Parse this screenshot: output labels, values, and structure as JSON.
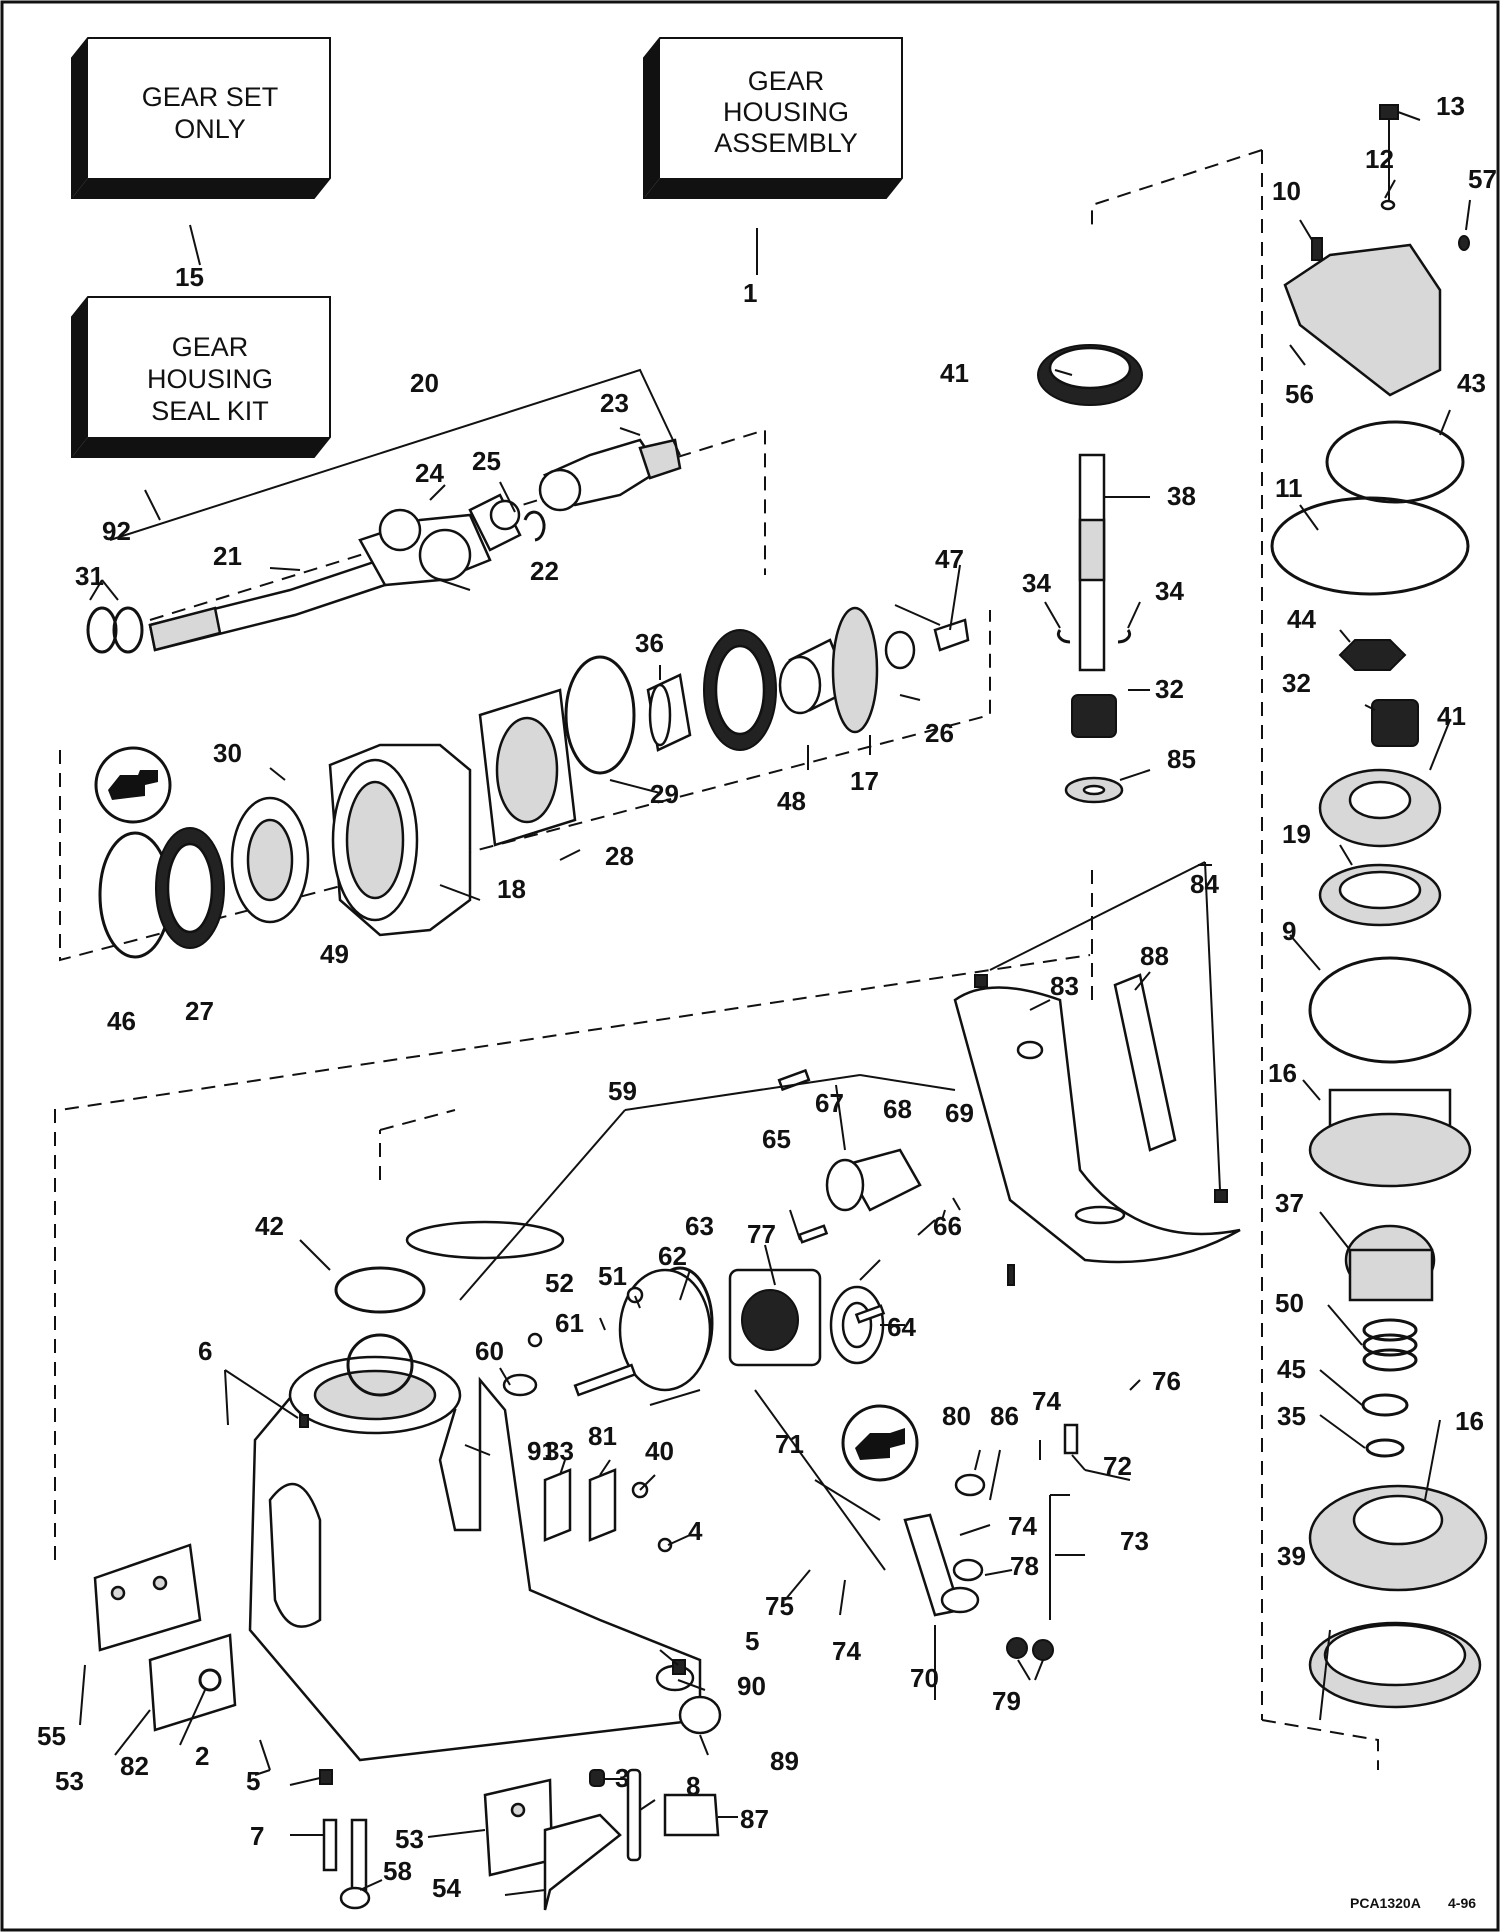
{
  "boxes": {
    "gear_set_only": [
      "GEAR SET",
      "ONLY"
    ],
    "gear_housing_assembly": [
      "GEAR",
      "HOUSING",
      "ASSEMBLY"
    ],
    "gear_housing_seal_kit": [
      "GEAR",
      "HOUSING",
      "SEAL KIT"
    ]
  },
  "part_numbers": {
    "p1": "1",
    "p2": "2",
    "p3": "3",
    "p4": "4",
    "p5": "5",
    "p6": "6",
    "p7": "7",
    "p8": "8",
    "p9": "9",
    "p10": "10",
    "p11": "11",
    "p12": "12",
    "p13": "13",
    "p15": "15",
    "p16": "16",
    "p17": "17",
    "p18": "18",
    "p19": "19",
    "p20": "20",
    "p21": "21",
    "p22": "22",
    "p23": "23",
    "p24": "24",
    "p25": "25",
    "p26": "26",
    "p27": "27",
    "p28": "28",
    "p29": "29",
    "p30": "30",
    "p31": "31",
    "p32": "32",
    "p33": "33",
    "p34": "34",
    "p35": "35",
    "p36": "36",
    "p37": "37",
    "p38": "38",
    "p39": "39",
    "p40": "40",
    "p41": "41",
    "p42": "42",
    "p43": "43",
    "p44": "44",
    "p45": "45",
    "p46": "46",
    "p47": "47",
    "p48": "48",
    "p49": "49",
    "p50": "50",
    "p51": "51",
    "p52": "52",
    "p53": "53",
    "p54": "54",
    "p55": "55",
    "p56": "56",
    "p57": "57",
    "p58": "58",
    "p59": "59",
    "p60": "60",
    "p61": "61",
    "p62": "62",
    "p63": "63",
    "p64": "64",
    "p65": "65",
    "p66": "66",
    "p67": "67",
    "p68": "68",
    "p69": "69",
    "p70": "70",
    "p71": "71",
    "p72": "72",
    "p73": "73",
    "p74": "74",
    "p75": "75",
    "p76": "76",
    "p77": "77",
    "p78": "78",
    "p79": "79",
    "p80": "80",
    "p81": "81",
    "p82": "82",
    "p83": "83",
    "p84": "84",
    "p85": "85",
    "p86": "86",
    "p87": "87",
    "p88": "88",
    "p89": "89",
    "p90": "90",
    "p91": "91",
    "p92": "92"
  },
  "footer": {
    "code": "PCA1320A",
    "date": "4-96"
  },
  "icons": [
    "tool-icon-gear-puller",
    "tool-icon-seal-installer"
  ],
  "colors": {
    "line": "#111111",
    "background": "#ffffff"
  }
}
